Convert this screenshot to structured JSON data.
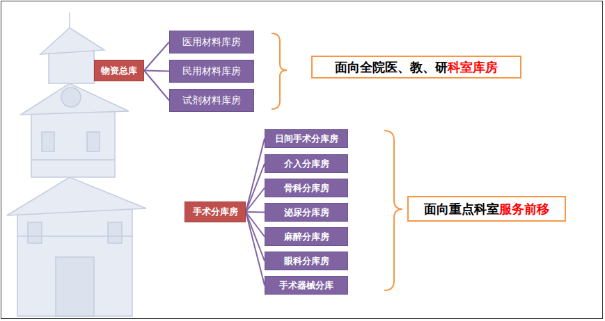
{
  "diagram": {
    "nodes": [
      {
        "text": [
          "物资总库"
        ]
      },
      {
        "text": [
          "医用材料库房"
        ]
      },
      {
        "text": [
          "民用材料库房"
        ]
      },
      {
        "text": [
          "试剂材料库房"
        ]
      },
      {
        "text": [
          "面向全院医、教、研",
          "科室库房"
        ]
      },
      {
        "text": [
          "手术分库房"
        ]
      },
      {
        "text": [
          "日间手术分库房"
        ]
      },
      {
        "text": [
          "介入分库房"
        ]
      },
      {
        "text": [
          "骨科分库房"
        ]
      },
      {
        "text": [
          "泌尿分库房"
        ]
      },
      {
        "text": [
          "麻醉分库房"
        ]
      },
      {
        "text": [
          "眼科分库房"
        ]
      },
      {
        "text": [
          "手术器械分库"
        ]
      },
      {
        "text": [
          "面向重点科室",
          "服务前移"
        ]
      }
    ],
    "edges": [
      {
        "from": 0,
        "to": 1,
        "arrow": "none"
      },
      {
        "from": 0,
        "to": 2,
        "arrow": "none"
      },
      {
        "from": 0,
        "to": 3,
        "arrow": "none"
      },
      {
        "from": 5,
        "to": 6,
        "arrow": "none"
      },
      {
        "from": 5,
        "to": 7,
        "arrow": "none"
      },
      {
        "from": 5,
        "to": 8,
        "arrow": "none"
      },
      {
        "from": 5,
        "to": 9,
        "arrow": "none"
      },
      {
        "from": 5,
        "to": 10,
        "arrow": "none"
      },
      {
        "from": 5,
        "to": 11,
        "arrow": "none"
      },
      {
        "from": 5,
        "to": 12,
        "arrow": "none"
      }
    ]
  }
}
